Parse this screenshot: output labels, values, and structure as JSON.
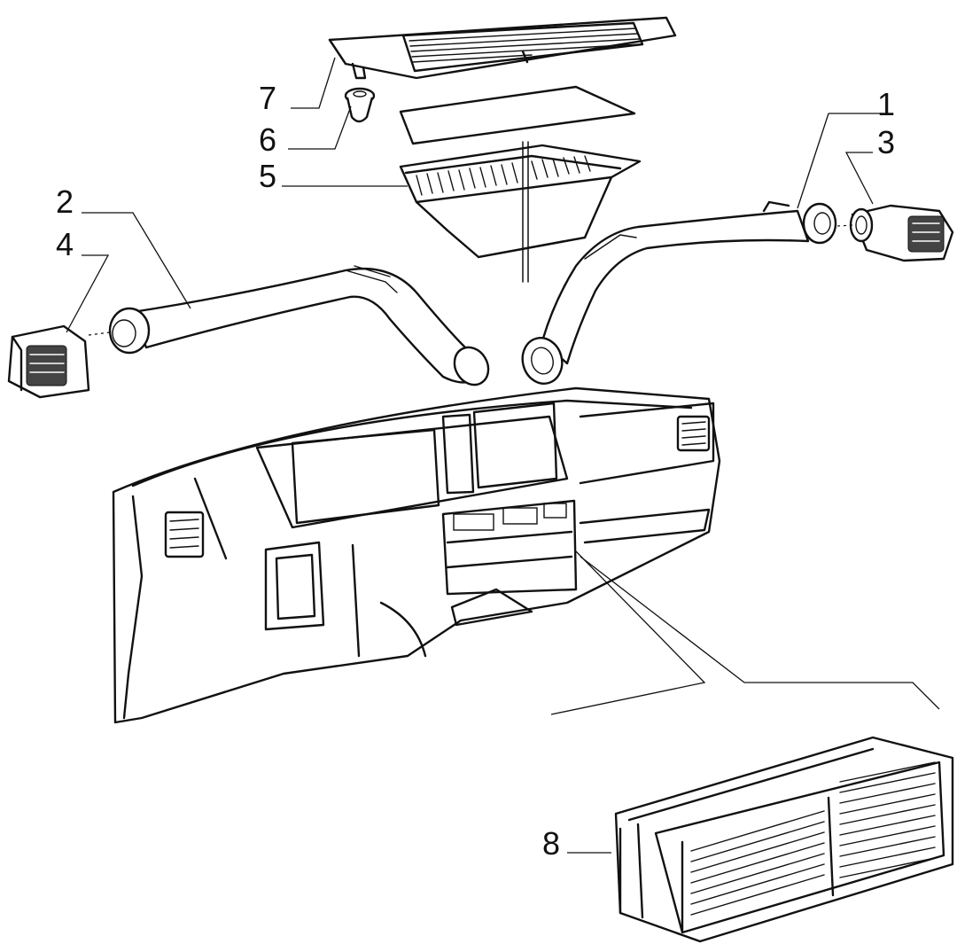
{
  "callouts": {
    "c1": "1",
    "c2": "2",
    "c3": "3",
    "c4": "4",
    "c5": "5",
    "c6": "6",
    "c7": "7",
    "c8": "8"
  },
  "icons": {
    "top_vent_cover": "top-vent-cover",
    "filter_sheet": "filter-sheet",
    "vent_grille_housing": "vent-grille-housing",
    "clip": "clip",
    "right_duct": "right-duct",
    "left_duct": "left-duct",
    "right_outlet": "right-outlet",
    "left_outlet": "left-outlet",
    "dashboard": "dashboard",
    "center_vent": "center-vent"
  }
}
